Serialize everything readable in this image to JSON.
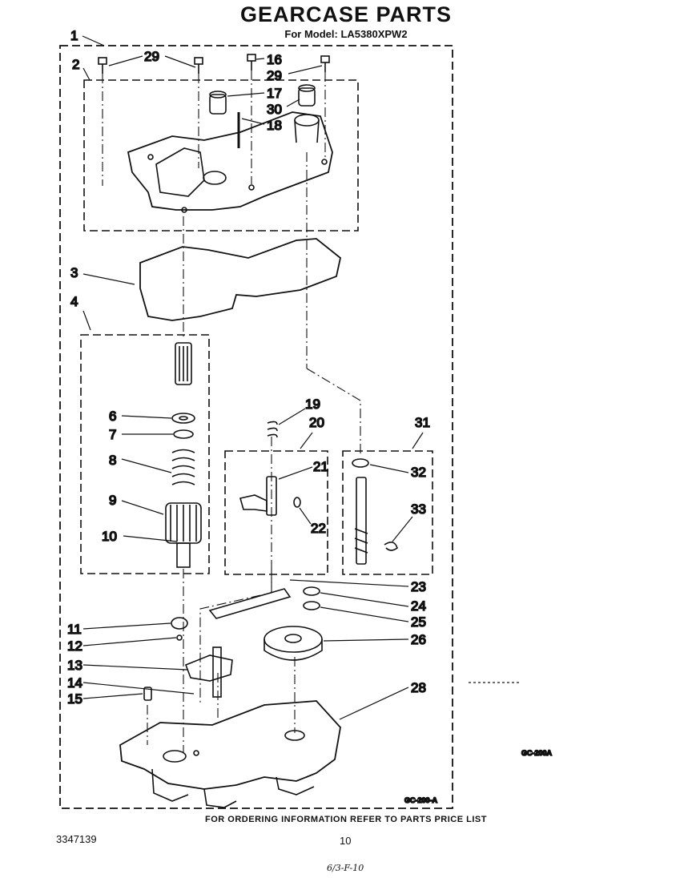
{
  "header": {
    "title": "GEARCASE PARTS",
    "subtitle": "For Model: LA5380XPW2"
  },
  "callouts": [
    "1",
    "2",
    "29",
    "16",
    "29",
    "17",
    "30",
    "18",
    "3",
    "4",
    "6",
    "7",
    "8",
    "9",
    "10",
    "19",
    "20",
    "21",
    "22",
    "31",
    "32",
    "33",
    "23",
    "24",
    "25",
    "26",
    "11",
    "12",
    "13",
    "14",
    "15",
    "28"
  ],
  "codes": {
    "side": "GC-200A",
    "frame": "GC-200-A"
  },
  "footer": {
    "ordering_note": "FOR ORDERING INFORMATION REFER TO PARTS PRICE LIST",
    "part_number": "3347139",
    "page_number": "10",
    "handwritten": "6/3-F-10"
  }
}
